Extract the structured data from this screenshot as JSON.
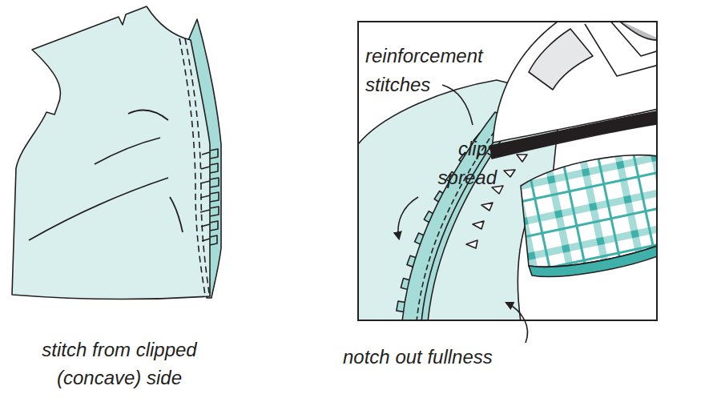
{
  "diagram": {
    "labels": [
      "stitch from clipped (concave) side",
      "reinforcement stitches",
      "clips spread",
      "notch out fullness"
    ]
  }
}
